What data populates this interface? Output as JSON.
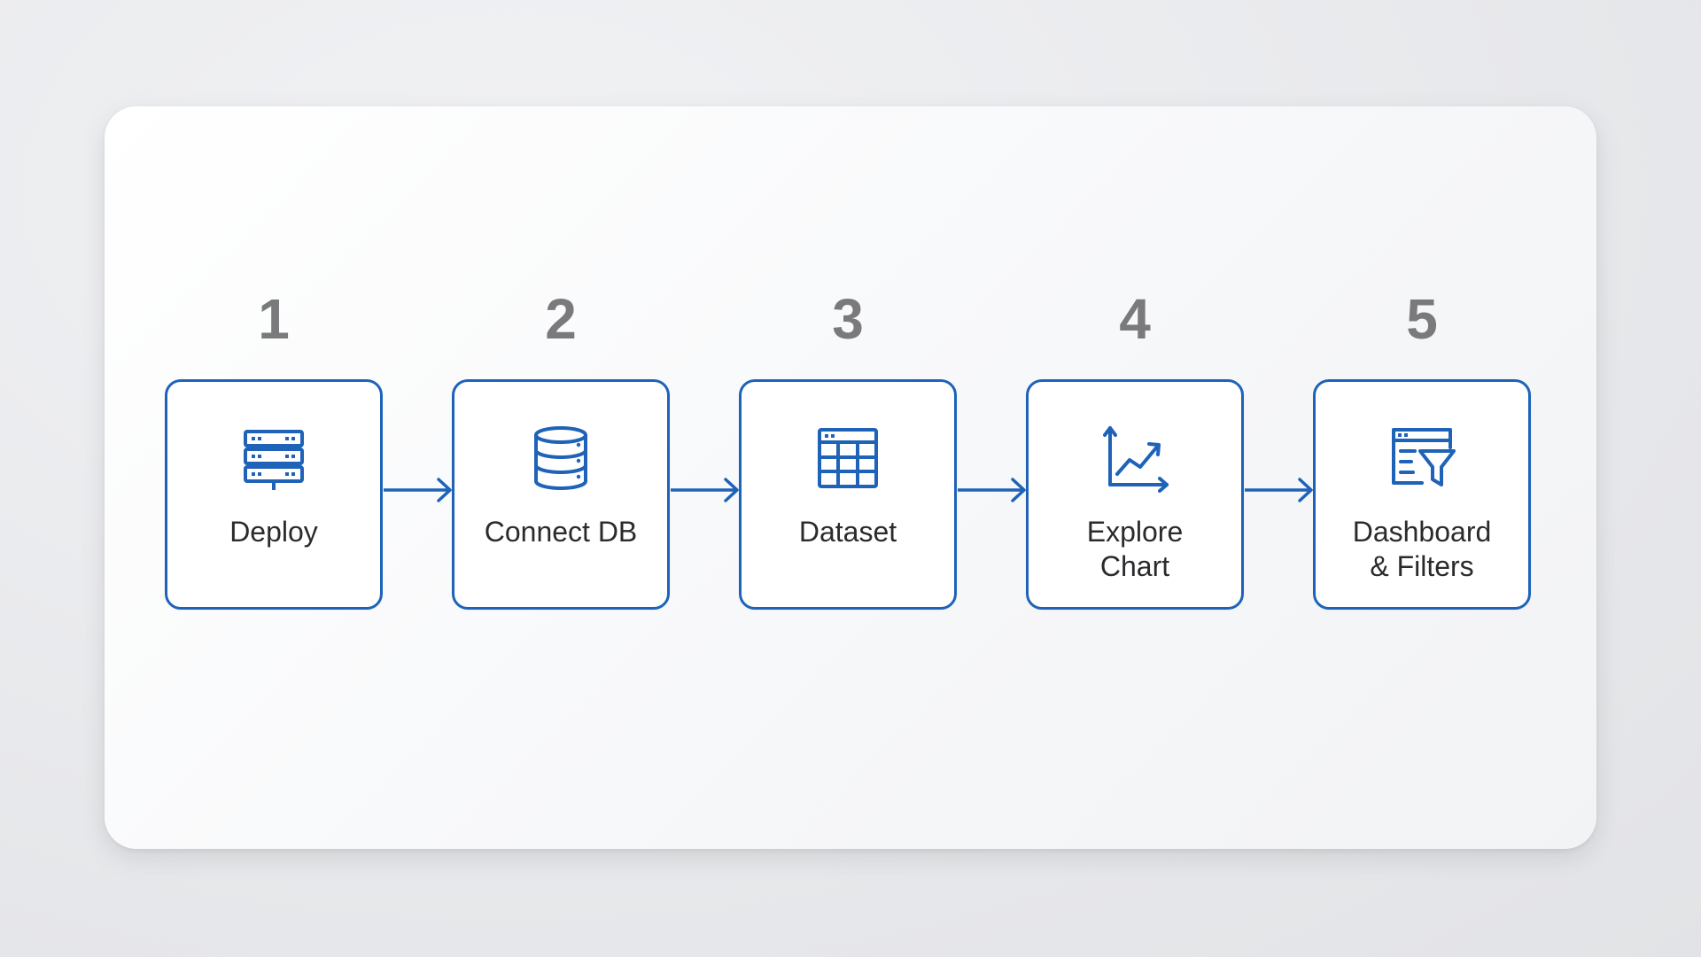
{
  "colors": {
    "accent": "#1e63b8",
    "number": "#7a7a7c",
    "label": "#2b2b2e",
    "card": "#ffffff",
    "background": "#e8e9eb"
  },
  "steps": [
    {
      "number": "1",
      "label": "Deploy",
      "icon": "server-rack-icon"
    },
    {
      "number": "2",
      "label": "Connect DB",
      "icon": "database-icon"
    },
    {
      "number": "3",
      "label": "Dataset",
      "icon": "table-grid-icon"
    },
    {
      "number": "4",
      "label": "Explore\nChart",
      "icon": "trend-chart-icon"
    },
    {
      "number": "5",
      "label": "Dashboard\n& Filters",
      "icon": "dashboard-filter-icon"
    }
  ],
  "connectors": [
    {
      "icon": "arrow-right-icon"
    },
    {
      "icon": "arrow-right-icon"
    },
    {
      "icon": "arrow-right-icon"
    },
    {
      "icon": "arrow-right-icon"
    }
  ]
}
